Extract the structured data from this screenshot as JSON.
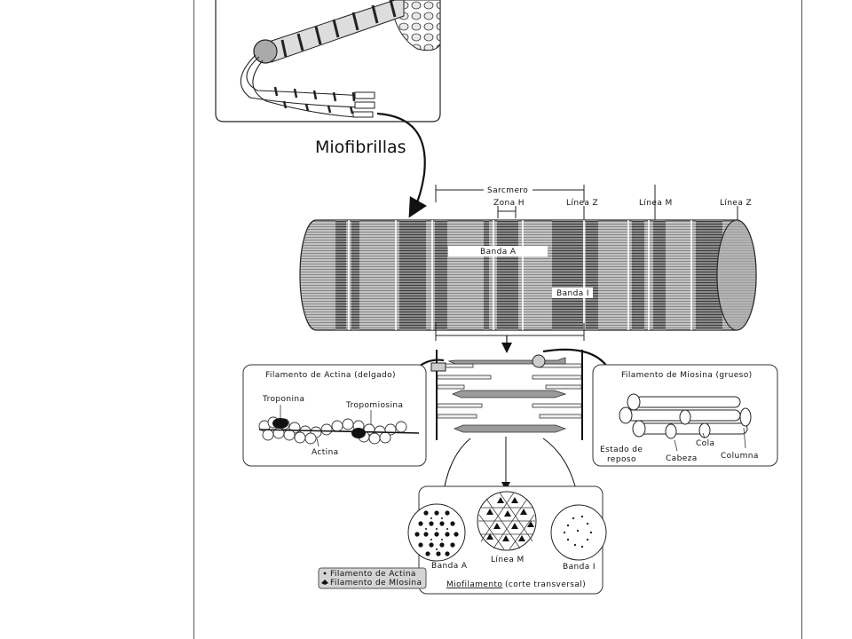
{
  "labels": {
    "myofibrils": "Miofibrillas",
    "sarcomere": "Sarcmero",
    "h_zone": "Zona H",
    "z_line_1": "Línea Z",
    "m_line": "Línea M",
    "z_line_2": "Línea Z",
    "a_band": "Banda A",
    "i_band": "Banda I",
    "actin_title": "Filamento de Actina (delgado)",
    "troponin": "Troponina",
    "tropomyosin": "Tropomiosina",
    "actin": "Actina",
    "myosin_title": "Filamento de Miosina (grueso)",
    "rest_state_1": "Estado de",
    "rest_state_2": "reposo",
    "head": "Cabeza",
    "tail": "Cola",
    "column": "Columna",
    "cs_a_band": "Banda A",
    "cs_m_line": "Línea M",
    "cs_i_band": "Banda I",
    "legend_actin": "Filamento de Actina",
    "legend_myosin": "Filamento de MIosina",
    "myofilament": "Miofilamento",
    "cross_section": "(corte transversal)"
  },
  "colors": {
    "ink": "#111111",
    "cylinder": "#b4b4b4",
    "thick": "#9a9a9a",
    "legend_bg": "#d4d4d4"
  }
}
